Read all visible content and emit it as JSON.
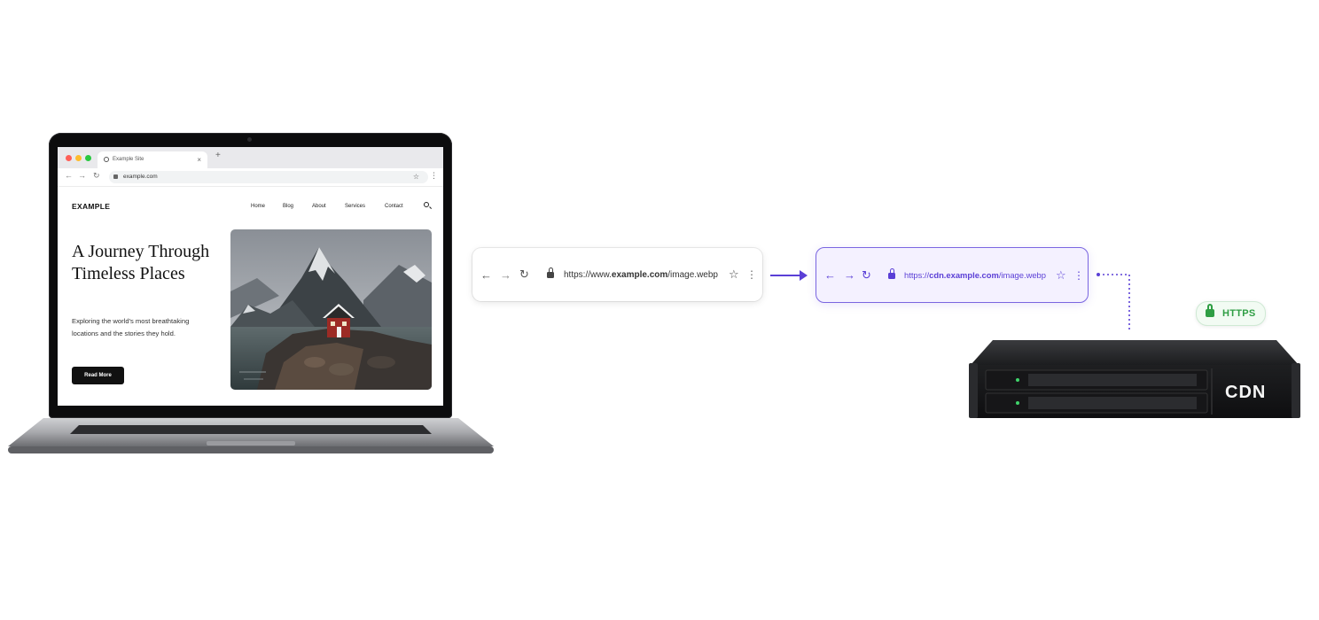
{
  "laptop": {
    "browser": {
      "tab_title": "Example Site",
      "url": "example.com"
    },
    "site": {
      "logo": "EXAMPLE",
      "nav": [
        "Home",
        "Blog",
        "About",
        "Services",
        "Contact"
      ],
      "hero_title": "A Journey Through Timeless Places",
      "hero_desc": "Exploring the world's most breathtaking locations and the stories they hold.",
      "hero_button": "Read More"
    }
  },
  "origin_bar": {
    "url_prefix": "https://www.",
    "url_domain": "example.com",
    "url_path": "/image.webp"
  },
  "cdn_bar": {
    "url_prefix": "https://",
    "url_domain": "cdn.example.com",
    "url_path": "/image.webp",
    "accent": "#5a3fd6"
  },
  "https_badge": {
    "label": "HTTPS",
    "color": "#2f9e44"
  },
  "server": {
    "label": "CDN"
  }
}
